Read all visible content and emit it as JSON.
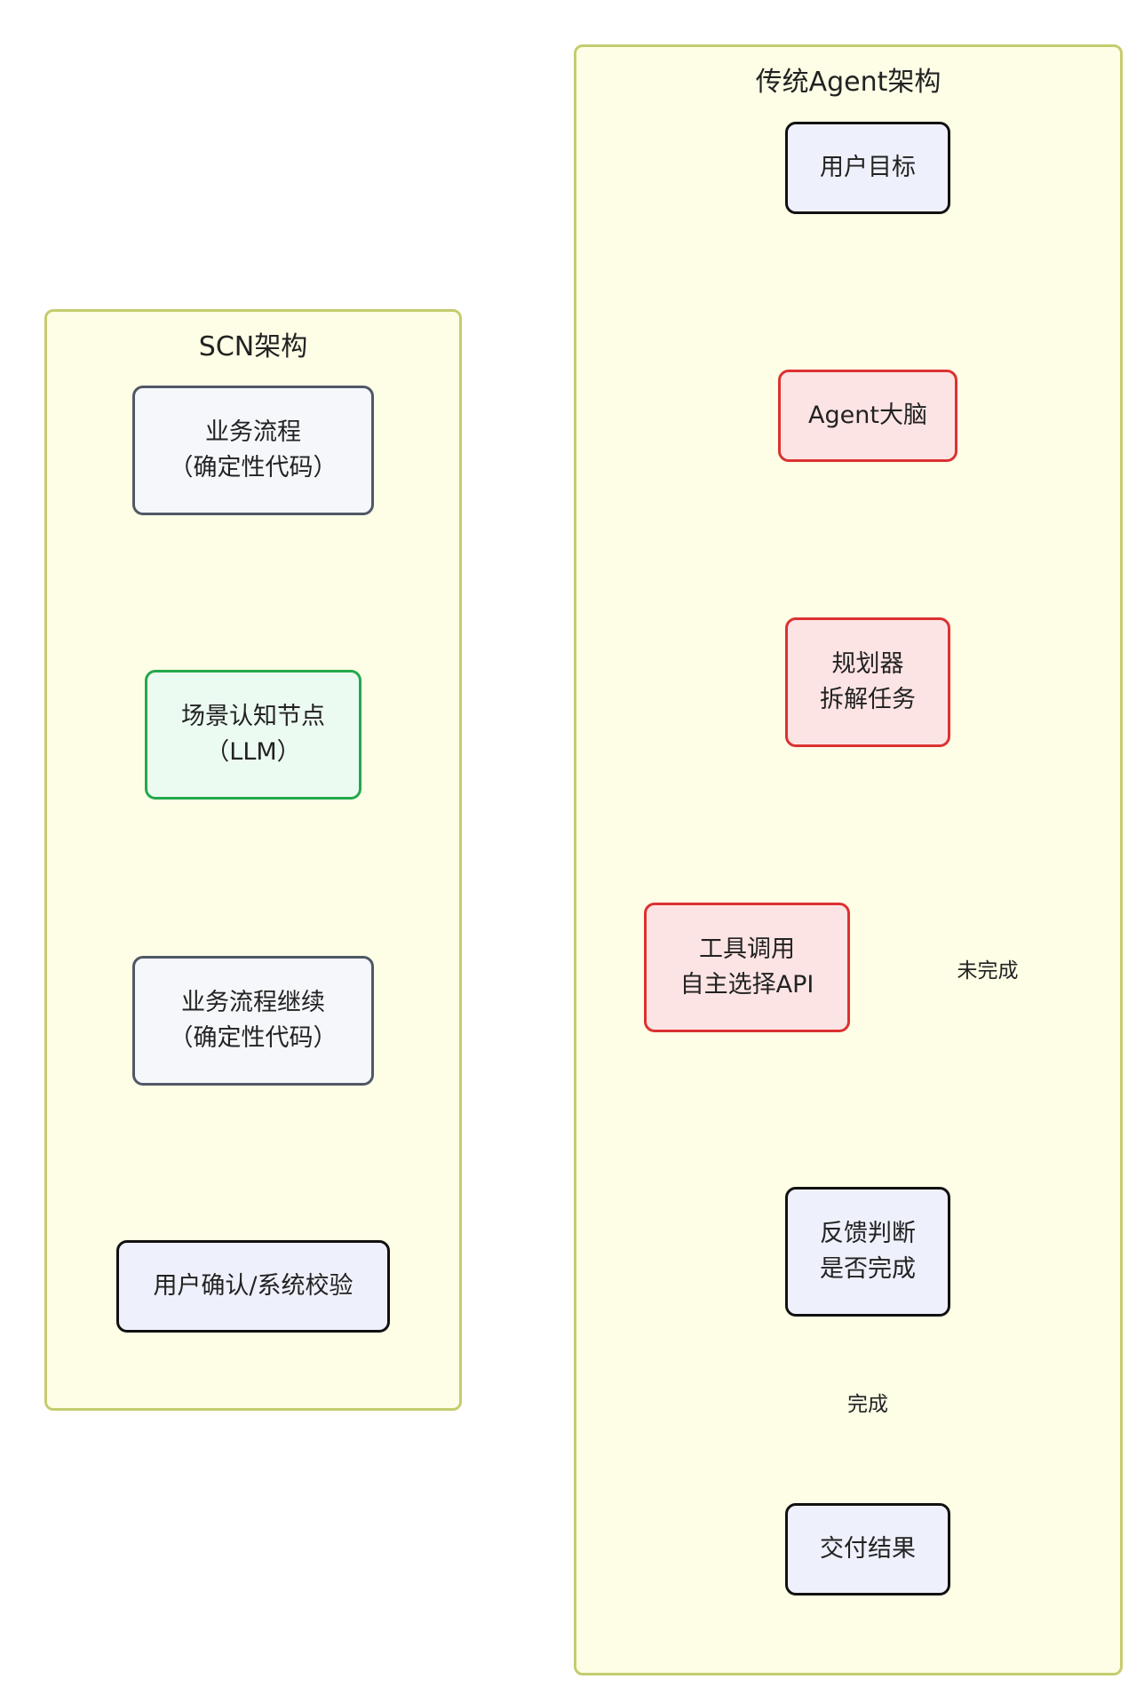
{
  "scn": {
    "title": "SCN架构",
    "nodes": {
      "business_flow": {
        "line1": "业务流程",
        "line2": "（确定性代码）"
      },
      "scene_node": {
        "line1": "场景认知节点",
        "line2": "（LLM）"
      },
      "business_continue": {
        "line1": "业务流程继续",
        "line2": "（确定性代码）"
      },
      "user_confirm": {
        "line1": "用户确认/系统校验"
      }
    }
  },
  "traditional": {
    "title": "传统Agent架构",
    "nodes": {
      "user_goal": {
        "line1": "用户目标"
      },
      "agent_brain": {
        "line1": "Agent大脑"
      },
      "planner": {
        "line1": "规划器",
        "line2": "拆解任务"
      },
      "tool_call": {
        "line1": "工具调用",
        "line2": "自主选择API"
      },
      "feedback": {
        "line1": "反馈判断",
        "line2": "是否完成"
      },
      "deliver": {
        "line1": "交付结果"
      }
    },
    "edges": {
      "not_done_label": "未完成",
      "done_label": "完成"
    }
  },
  "colors": {
    "cluster_fill": "#fefee6",
    "cluster_border": "#c5cc6e",
    "red_fill": "#fde4e4",
    "red_border": "#dc3131",
    "green_fill": "#ecfbf1",
    "green_border": "#23a84c"
  }
}
